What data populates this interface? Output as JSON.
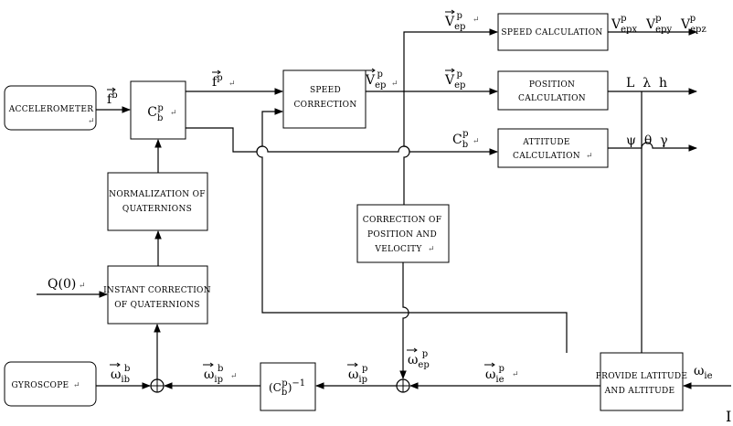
{
  "blocks": {
    "accelerometer": "ACCELEROMETER",
    "gyroscope": "GYROSCOPE",
    "cbp": {
      "base": "C",
      "sub": "b",
      "sup": "p"
    },
    "normalization": [
      "NORMALIZATION OF",
      "QUATERNIONS"
    ],
    "instant_correction": [
      "INSTANT CORRECTION",
      "OF QUATERNIONS"
    ],
    "speed_correction": [
      "SPEED",
      "CORRECTION"
    ],
    "speed_calculation": "SPEED CALCULATION",
    "position_calculation": [
      "POSITION",
      "CALCULATION"
    ],
    "attitude_calculation": [
      "ATTITUDE",
      "CALCULATION"
    ],
    "correction_pos_vel": [
      "CORRECTION OF",
      "POSITION AND",
      "VELOCITY"
    ],
    "provide_lat_alt": [
      "PROVIDE LATITUDE",
      "AND ALTITUDE"
    ],
    "inverse_cbp": {
      "base": "(C",
      "sub": "b",
      "sup": "p",
      "tail": ")",
      "exp": "−1"
    }
  },
  "signals": {
    "fb": {
      "base": "f",
      "sup": "b"
    },
    "fp": {
      "base": "f",
      "sup": "p"
    },
    "vep_top": {
      "base": "V",
      "sub": "ep",
      "sup": "p"
    },
    "vep_mid": {
      "base": "V",
      "sub": "ep",
      "sup": "p"
    },
    "vep_out": {
      "base": "V",
      "sub": "ep",
      "sup": "p"
    },
    "cbp_line": {
      "base": "C",
      "sub": "b",
      "sup": "p"
    },
    "v_components": [
      {
        "base": "V",
        "sub": "epx",
        "sup": "p"
      },
      {
        "base": "V",
        "sub": "epy",
        "sup": "p"
      },
      {
        "base": "V",
        "sub": "epz",
        "sup": "p"
      }
    ],
    "position_out": "L  λ  h",
    "attitude_out": "ψ  θ  γ",
    "q0": "Q(0)",
    "omega_ib": {
      "base": "ω",
      "sub": "ib",
      "sup": "b"
    },
    "omega_ip_b": {
      "base": "ω",
      "sub": "ip",
      "sup": "b"
    },
    "omega_ip_p": {
      "base": "ω",
      "sub": "ip",
      "sup": "p"
    },
    "omega_ep": {
      "base": "ω",
      "sub": "ep",
      "sup": "p"
    },
    "omega_ie_p": {
      "base": "ω",
      "sub": "ie",
      "sup": "p"
    },
    "omega_ie": {
      "base": "ω",
      "sub": "ie"
    }
  },
  "symbols": {
    "paragraph_mark": "↵",
    "cursor": "I"
  }
}
